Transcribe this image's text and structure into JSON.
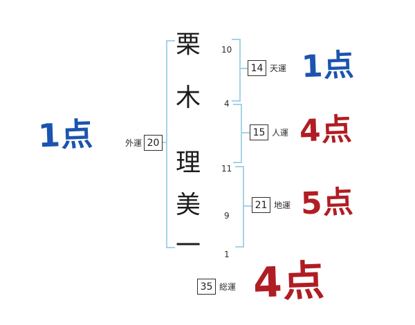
{
  "name_chars": [
    {
      "char": "栗",
      "strokes": "10"
    },
    {
      "char": "木",
      "strokes": "4"
    },
    {
      "char": "理",
      "strokes": "11"
    },
    {
      "char": "美",
      "strokes": "9"
    },
    {
      "char": "一",
      "strokes": "1"
    }
  ],
  "fortunes": {
    "outer": {
      "label": "外運",
      "value": "20",
      "score": "1点"
    },
    "heaven": {
      "label": "天運",
      "value": "14",
      "score": "1点"
    },
    "person": {
      "label": "人運",
      "value": "15",
      "score": "4点"
    },
    "earth": {
      "label": "地運",
      "value": "21",
      "score": "5点"
    },
    "total": {
      "label": "総運",
      "value": "35",
      "score": "4点"
    }
  },
  "colors": {
    "score_blue": "#1b54b0",
    "score_red": "#b01d23",
    "bracket_blue": "#a3d3e6",
    "text_black": "#1c1c1c"
  }
}
